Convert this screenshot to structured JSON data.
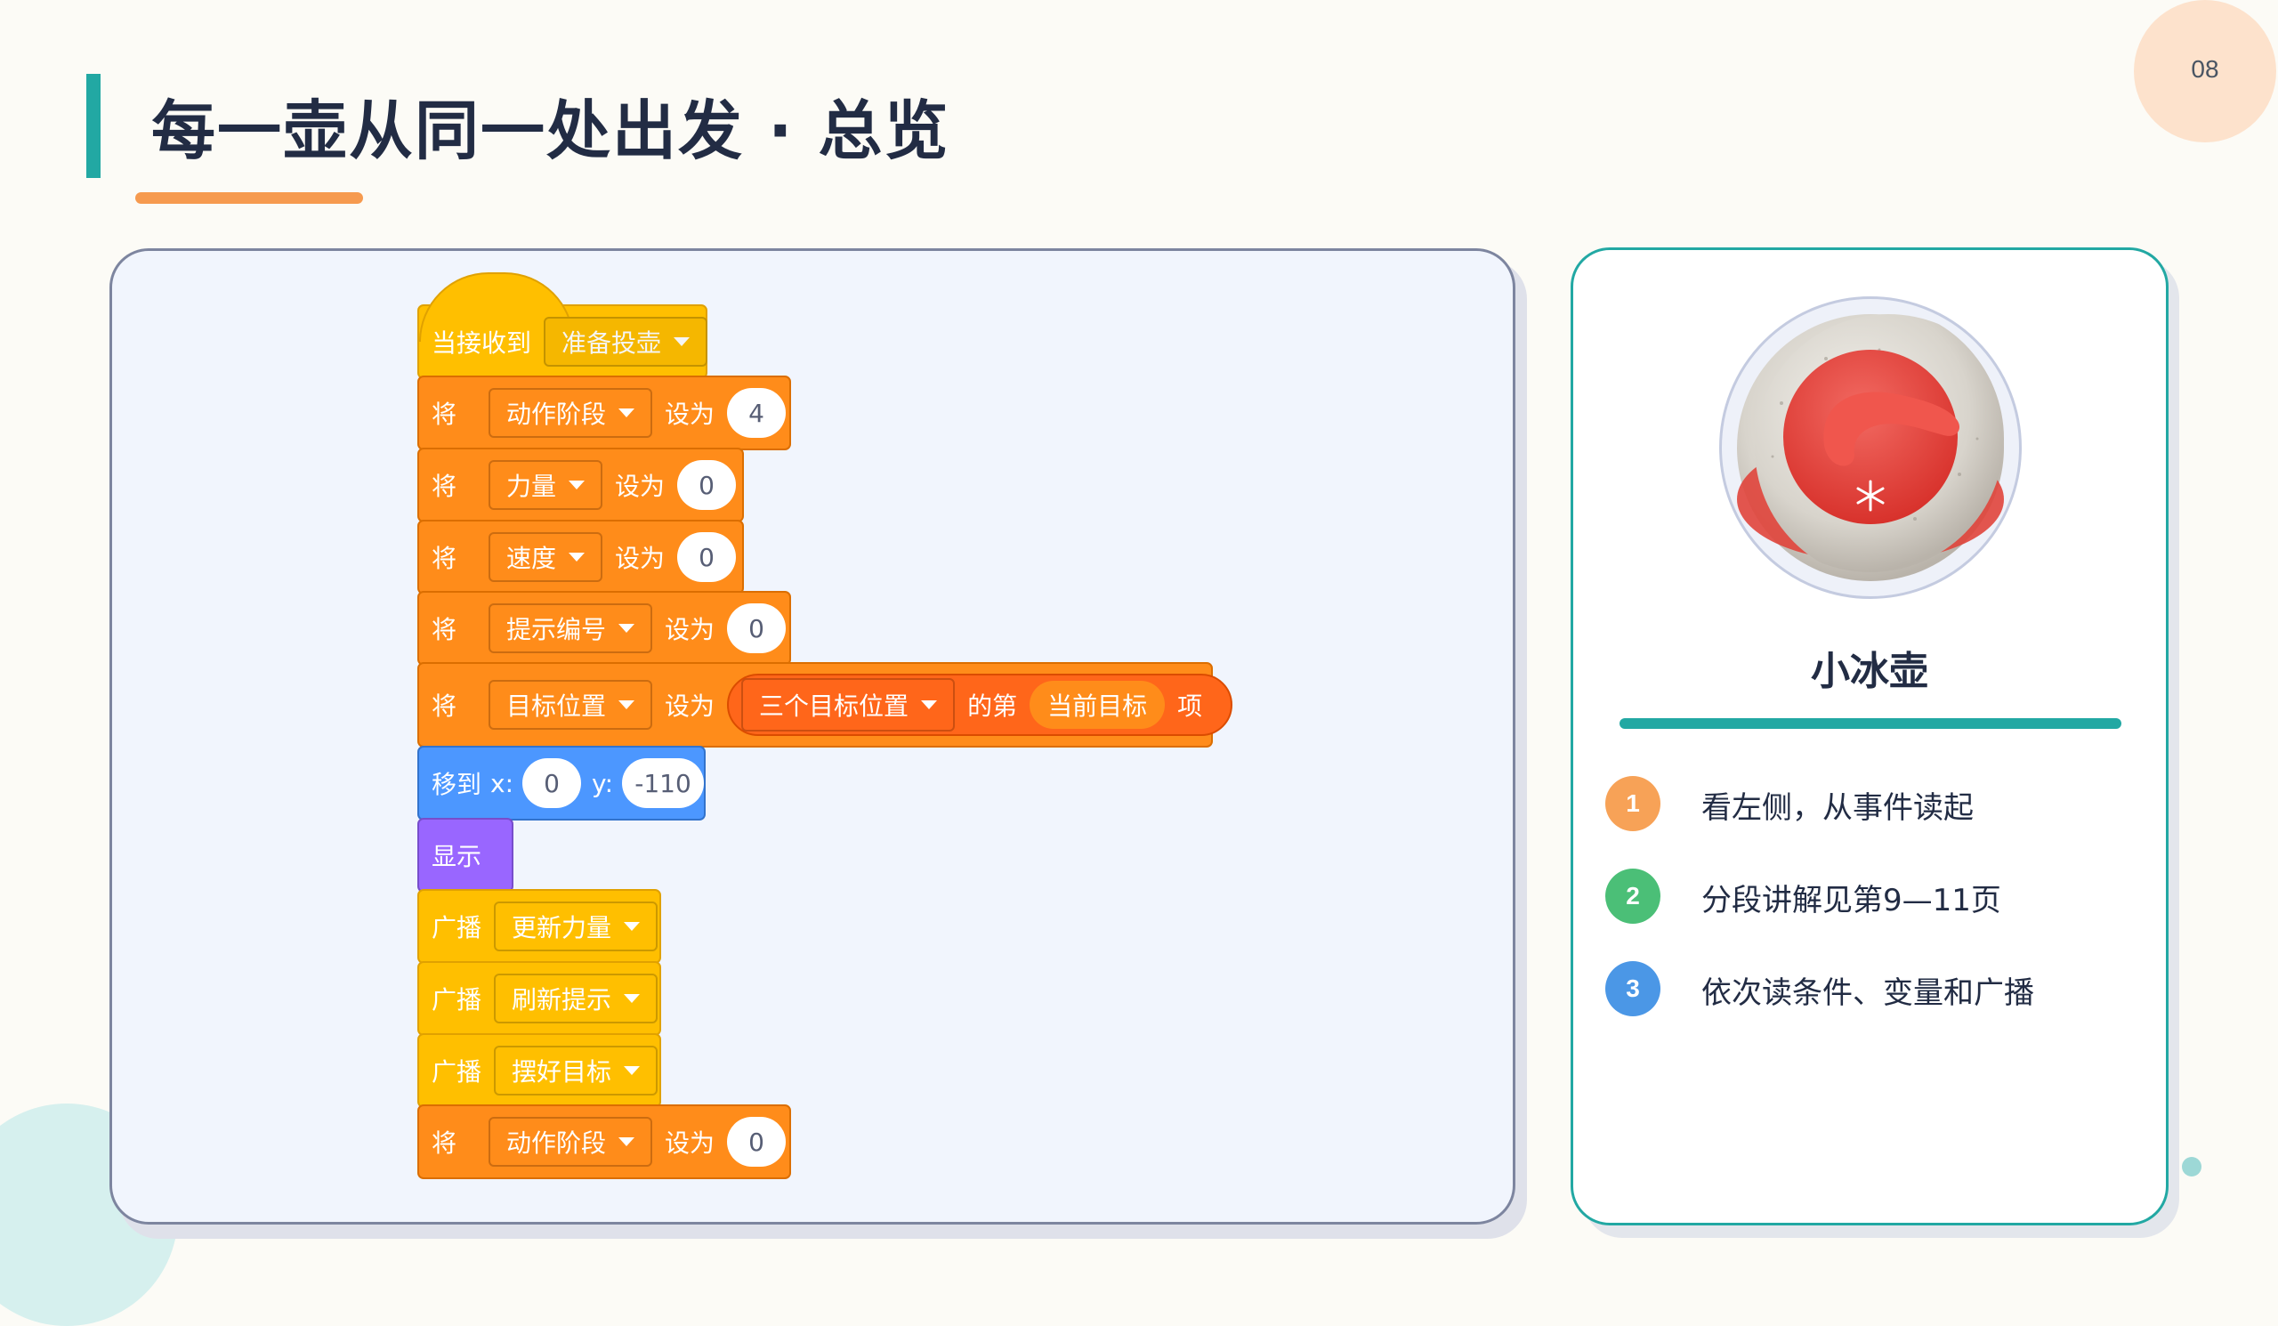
{
  "page": {
    "number": "08",
    "title": "每一壶从同一处出发 · 总览"
  },
  "code": {
    "hat": {
      "label": "当接收到",
      "message": "准备投壶"
    },
    "set_stage": {
      "kw": "将",
      "var": "动作阶段",
      "set": "设为",
      "value": "4"
    },
    "set_power": {
      "kw": "将",
      "var": "力量",
      "set": "设为",
      "value": "0"
    },
    "set_speed": {
      "kw": "将",
      "var": "速度",
      "set": "设为",
      "value": "0"
    },
    "set_hint": {
      "kw": "将",
      "var": "提示编号",
      "set": "设为",
      "value": "0"
    },
    "set_target": {
      "kw": "将",
      "var": "目标位置",
      "set": "设为",
      "list": "三个目标位置",
      "of": "的第",
      "index": "当前目标",
      "item": "项"
    },
    "goto": {
      "label": "移到",
      "x_label": "x:",
      "x": "0",
      "y_label": "y:",
      "y": "-110"
    },
    "show": {
      "label": "显示"
    },
    "broadcast1": {
      "kw": "广播",
      "message": "更新力量"
    },
    "broadcast2": {
      "kw": "广播",
      "message": "刷新提示"
    },
    "broadcast3": {
      "kw": "广播",
      "message": "摆好目标"
    },
    "set_stage2": {
      "kw": "将",
      "var": "动作阶段",
      "set": "设为",
      "value": "0"
    }
  },
  "info": {
    "character": "小冰壶",
    "steps": [
      {
        "num": "1",
        "text": "看左侧，从事件读起",
        "color": "#f7a257"
      },
      {
        "num": "2",
        "text": "分段讲解见第9—11页",
        "color": "#4bbf77"
      },
      {
        "num": "3",
        "text": "依次读条件、变量和广播",
        "color": "#4b97e6"
      }
    ]
  },
  "colors": {
    "accent_teal": "#22a8a3",
    "accent_orange": "#f69a4f",
    "events": "#ffbf00",
    "variables": "#ff8c1a",
    "motion": "#4c97ff",
    "looks": "#9966ff"
  },
  "icons": {
    "avatar": "curling-stone-icon",
    "snowflake": "snowflake-icon"
  }
}
